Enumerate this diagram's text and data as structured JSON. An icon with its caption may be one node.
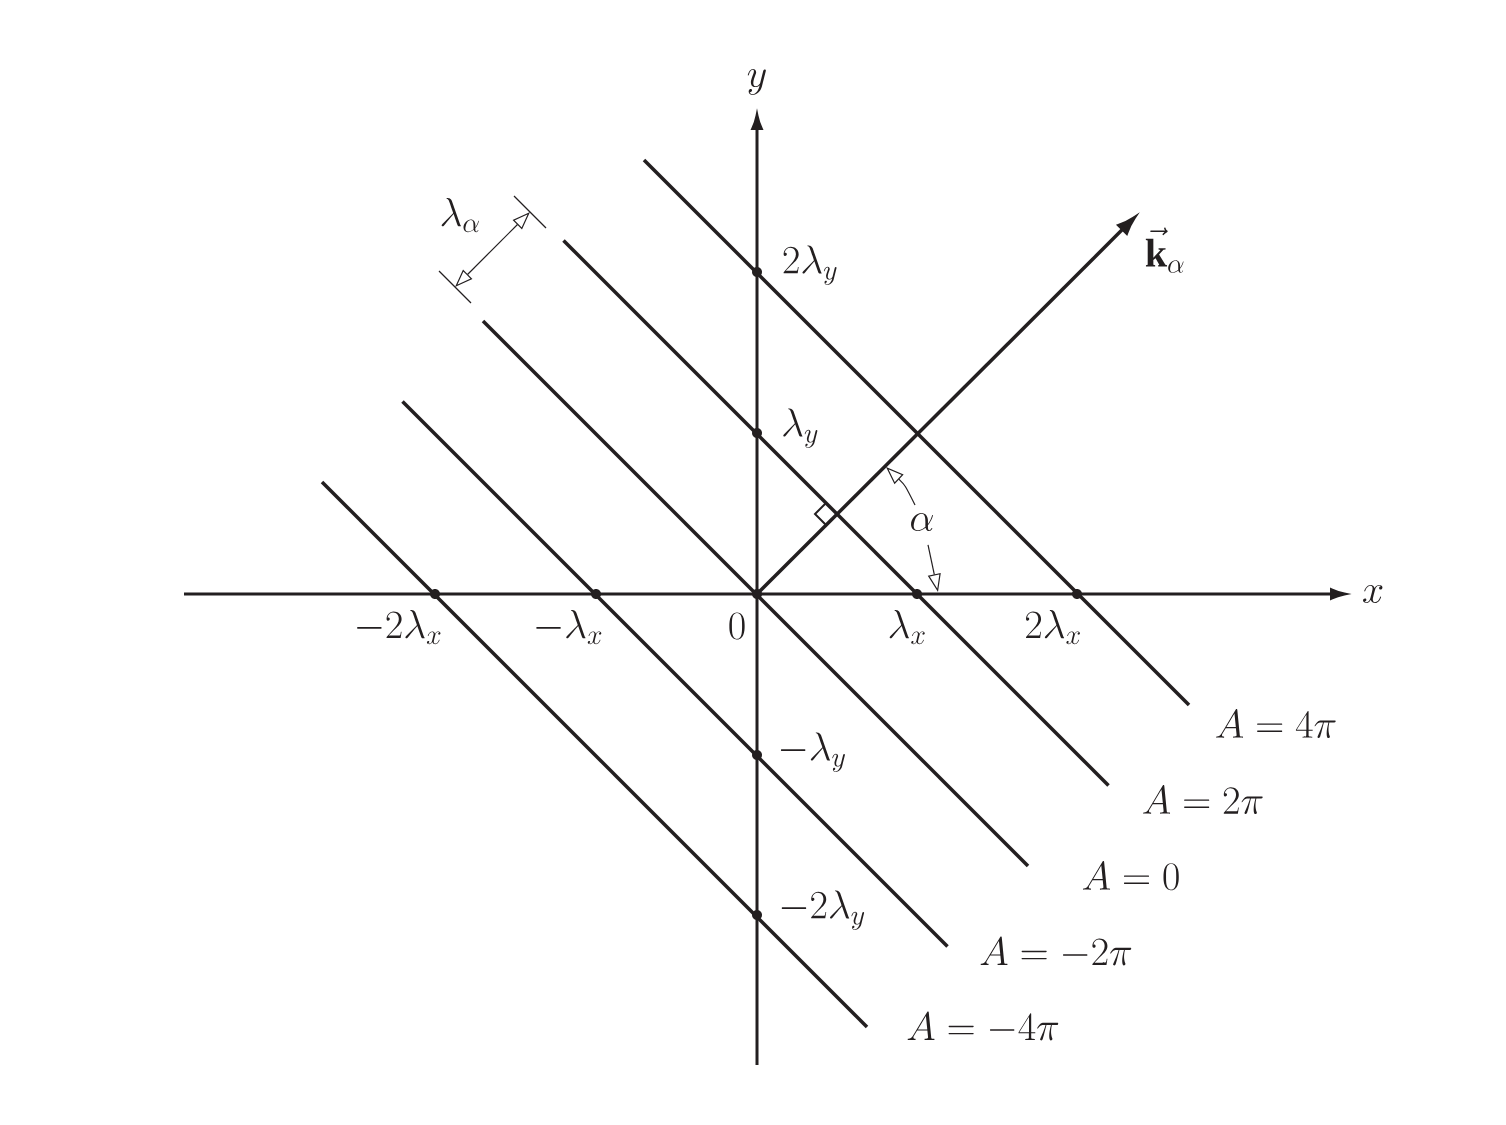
{
  "diagram": {
    "labels": [
      "y",
      "\\lambda_\\alpha",
      "2\\lambda_y",
      "\\vec{\\mathbf{k}}_\\alpha",
      "\\lambda_y",
      "\\alpha",
      "x",
      "-2\\lambda_x",
      "-\\lambda_x",
      "0",
      "\\lambda_x",
      "2\\lambda_x",
      "A = 4\\pi",
      "A = 2\\pi",
      "-\\lambda_y",
      "A = 0",
      "-2\\lambda_y",
      "A = -2\\pi",
      "A = -4\\pi"
    ]
  }
}
